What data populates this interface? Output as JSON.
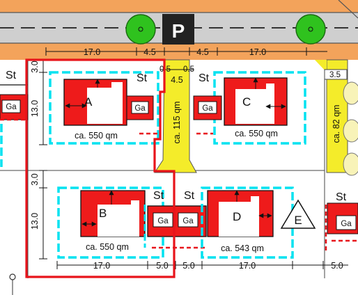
{
  "colors": {
    "road": "#f3a35b",
    "street": "#cfcfcf",
    "building": "#ee1b1b",
    "plot_outline": "#00e2f0",
    "path": "#f4ec2a",
    "tree": "#2fc21e",
    "highlight_border": "#e8141b",
    "parking_sign": "#222222"
  },
  "parking_sign": {
    "label": "P",
    "icon": "parking-sign-icon"
  },
  "top_dimensions": [
    "17.0",
    "4.5",
    "4.5",
    "17.0"
  ],
  "path_dimensions": {
    "left_0_5": "0.5",
    "right_0_5": "0.5",
    "width": "4.5",
    "right_width": "3.5"
  },
  "side_dimensions": {
    "a_top": "3.0",
    "a_depth": "13.0",
    "b_top": "3.0",
    "b_depth": "13.0"
  },
  "bottom_dimensions": [
    "17.0",
    "5.0",
    "5.0",
    "17.0",
    "5.0"
  ],
  "paths": {
    "middle_area": "ca. 115 qm",
    "right_area": "ca. 82 qm"
  },
  "plots": [
    {
      "label": "A",
      "area": "ca. 550 qm",
      "label_color": "#111111"
    },
    {
      "label": "B",
      "area": "ca. 550 qm",
      "label_color": "#111111"
    },
    {
      "label": "C",
      "area": "ca. 550 qm",
      "label_color": "#111111"
    },
    {
      "label": "D",
      "area": "ca. 543 qm",
      "label_color": "#e8141b"
    },
    {
      "label": "E"
    }
  ],
  "parking_labels": [
    "St",
    "St",
    "St",
    "St",
    "St",
    "St"
  ],
  "garage_labels": [
    "Ga",
    "Ga",
    "Ga",
    "Ga",
    "Ga",
    "Ga"
  ]
}
